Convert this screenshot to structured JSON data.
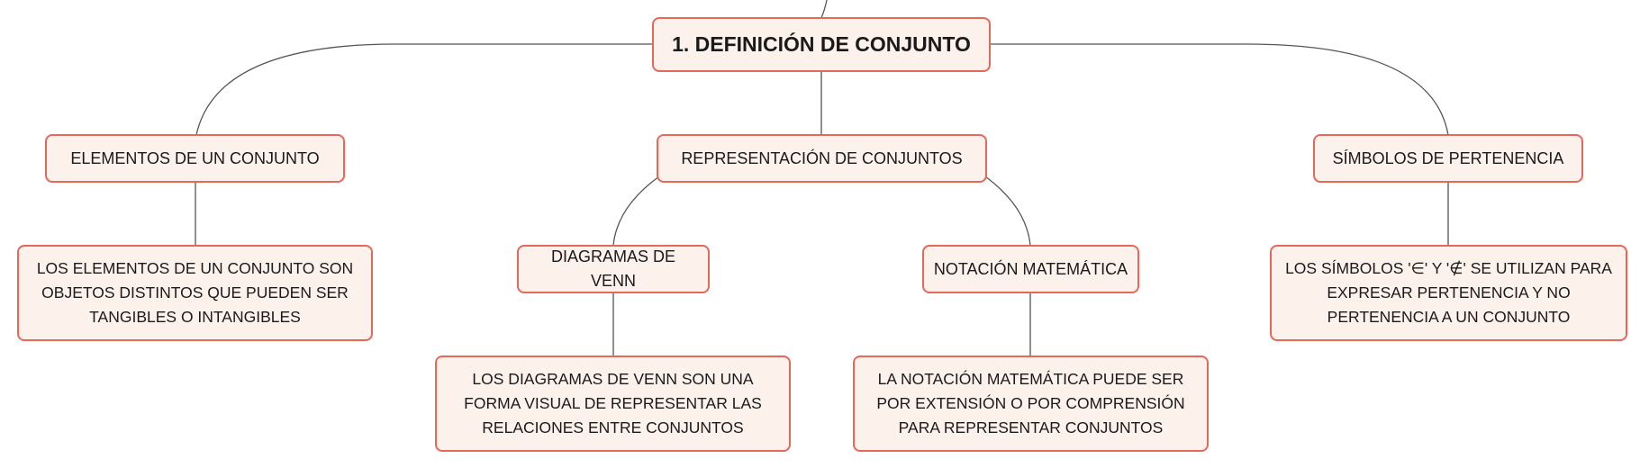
{
  "diagram": {
    "root": {
      "label": "1. DEFINICIÓN DE CONJUNTO"
    },
    "branches": {
      "elements": {
        "label": "ELEMENTOS DE UN CONJUNTO",
        "detail": "LOS ELEMENTOS DE UN CONJUNTO SON OBJETOS DISTINTOS QUE PUEDEN SER TANGIBLES O INTANGIBLES"
      },
      "representation": {
        "label": "REPRESENTACIÓN DE CONJUNTOS",
        "venn": {
          "label": "DIAGRAMAS DE VENN",
          "detail": "LOS DIAGRAMAS DE VENN SON UNA FORMA VISUAL DE REPRESENTAR LAS RELACIONES ENTRE CONJUNTOS"
        },
        "notation": {
          "label": "NOTACIÓN MATEMÁTICA",
          "detail": "LA NOTACIÓN MATEMÁTICA PUEDE SER POR EXTENSIÓN O POR COMPRENSIÓN PARA REPRESENTAR CONJUNTOS"
        }
      },
      "symbols": {
        "label": "SÍMBOLOS DE PERTENENCIA",
        "detail": "LOS SÍMBOLOS '∈' Y '∉' SE UTILIZAN PARA EXPRESAR PERTENENCIA Y NO PERTENENCIA A UN CONJUNTO"
      }
    },
    "colors": {
      "node_fill": "#fdf1ec",
      "node_border": "#e5685b",
      "connector": "#555555"
    }
  }
}
